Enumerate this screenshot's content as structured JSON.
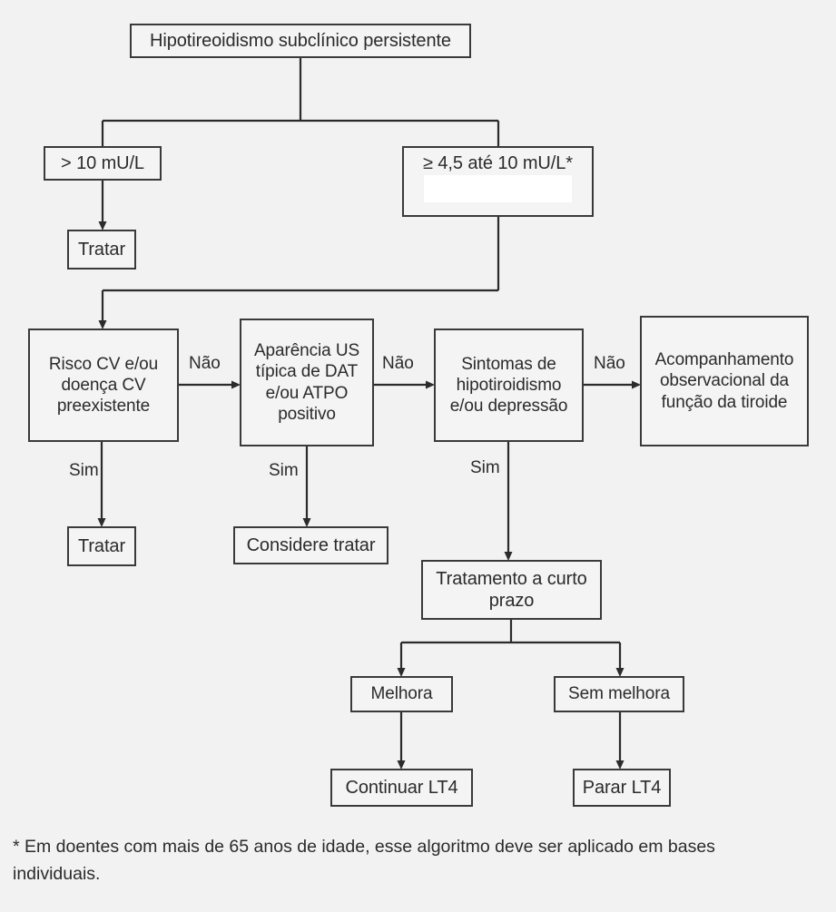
{
  "diagram": {
    "title": "Hipotireoidismo subclínico persistente",
    "nodes": {
      "root": "Hipotireoidismo subclínico persistente",
      "tsh_high": "> 10 mU/L",
      "tsh_mid": "≥ 4,5 até 10 mU/L*",
      "tsh_mid_line2": "",
      "treat_high": "Tratar",
      "risk_cv": "Risco CV e/ou doença CV preexistente",
      "us_appearance": "Aparência US típica de DAT e/ou ATPO positivo",
      "symptoms": "Sintomas de hipotiroidismo e/ou depressão",
      "observation": "Acompanhamento observacional da função da tiroide",
      "treat_risk": "Tratar",
      "consider_treat": "Considere tratar",
      "short_term_treatment": "Tratamento a curto prazo",
      "improvement": "Melhora",
      "no_improvement": "Sem melhora",
      "continue_lt4": "Continuar LT4",
      "stop_lt4": "Parar LT4"
    },
    "edge_labels": {
      "nao_1": "Não",
      "nao_2": "Não",
      "nao_3": "Não",
      "sim_1": "Sim",
      "sim_2": "Sim",
      "sim_3": "Sim"
    },
    "footnote": "* Em doentes com mais de 65 anos de idade, esse algoritmo deve ser aplicado em bases individuais.",
    "colors": {
      "background": "#f2f2f2",
      "box_fill": "#f4f4f4",
      "box_border": "#3a3a3a",
      "connector": "#2b2b2b",
      "text": "#2b2b2b",
      "redaction": "#ffffff"
    }
  }
}
